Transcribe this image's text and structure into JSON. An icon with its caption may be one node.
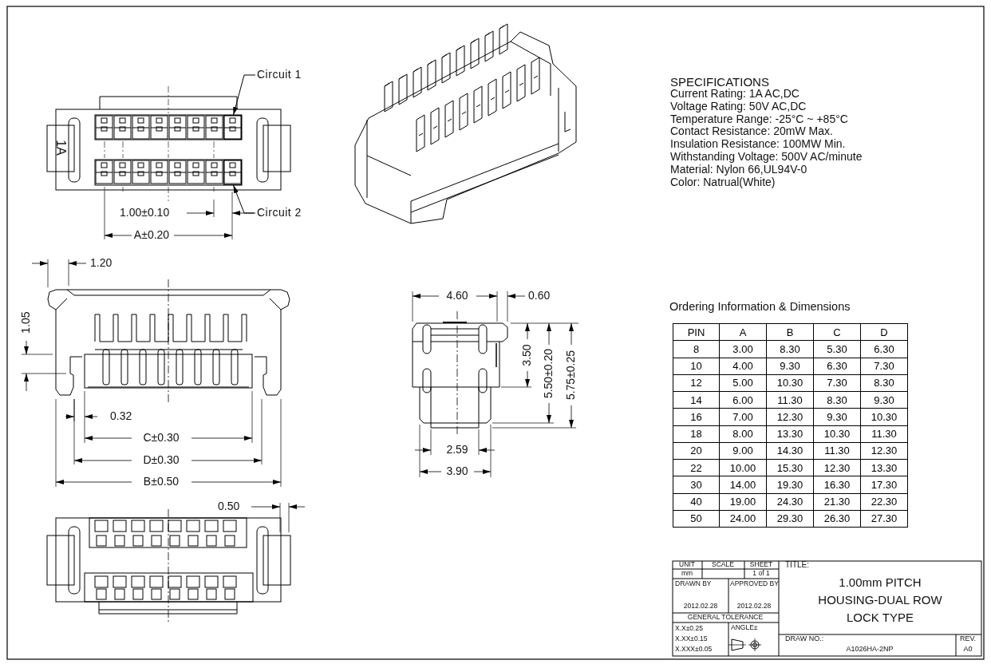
{
  "diagram": {
    "nodes": [
      {
        "text": [
          "Circuit 1"
        ]
      },
      {
        "text": [],
        "shape": "box"
      },
      {
        "text": [
          "Circuit 2"
        ]
      },
      {
        "text": [],
        "shape": "box"
      }
    ],
    "edges": [
      {
        "from": 0,
        "to": 1,
        "arrow": "to"
      },
      {
        "from": 2,
        "to": 3,
        "arrow": "to"
      }
    ],
    "labels": [
      "1.00±0.10",
      "A±0.20",
      "1A",
      "1.20",
      "1.05",
      "0.32",
      "C±0.30",
      "D±0.30",
      "B±0.50",
      "0.50",
      "4.60",
      "0.60",
      "3.50",
      "5.50±0.20",
      "5.75±0.25",
      "2.59",
      "3.90",
      "SPECIFICATIONS",
      "Current Rating: 1A AC,DC",
      "Voltage Rating: 50V AC,DC",
      "Temperature Range: -25°C ~ +85°C",
      "Contact Resistance: 20mW Max.",
      "Insulation Resistance: 100MW Min.",
      "Withstanding Voltage: 500V AC/minute",
      "Material: Nylon 66,UL94V-0",
      "Color: Natrual(White)",
      "Ordering Information & Dimensions",
      "PIN",
      "A",
      "B",
      "C",
      "D",
      "8",
      "3.00",
      "8.30",
      "5.30",
      "6.30",
      "10",
      "4.00",
      "9.30",
      "6.30",
      "7.30",
      "12",
      "5.00",
      "10.30",
      "7.30",
      "8.30",
      "14",
      "6.00",
      "11.30",
      "8.30",
      "9.30",
      "16",
      "7.00",
      "12.30",
      "9.30",
      "10.30",
      "18",
      "8.00",
      "13.30",
      "10.30",
      "11.30",
      "20",
      "9.00",
      "14.30",
      "11.30",
      "12.30",
      "22",
      "10.00",
      "15.30",
      "12.30",
      "13.30",
      "30",
      "14.00",
      "19.30",
      "16.30",
      "17.30",
      "40",
      "19.00",
      "24.30",
      "21.30",
      "22.30",
      "50",
      "24.00",
      "29.30",
      "26.30",
      "27.30",
      "UNIT",
      "SCALE",
      "SHEET",
      "mm",
      "1 of 1",
      "TITLE:",
      "1.00mm PITCH HOUSING-DUAL ROW LOCK TYPE",
      "DRAWN BY",
      "APPROVED BY",
      "2012.02.28",
      "2012.02.28",
      "GENERAL TOLERANCE",
      "X.X±0.25",
      "X.XX±0.15",
      "X.XXX±0.05",
      "ANGLE±",
      "DRAW NO.:",
      "A1026HA-2NP",
      "REV.",
      "A0"
    ]
  }
}
